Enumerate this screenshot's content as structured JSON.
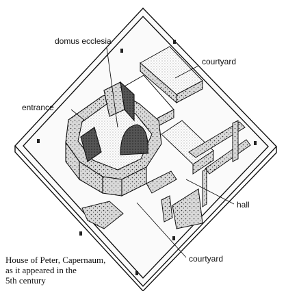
{
  "labels": {
    "domus_ecclesia": "domus ecclesia",
    "courtyard_top": "courtyard",
    "entrance": "entrance",
    "hall": "hall",
    "courtyard_bottom": "courtyard"
  },
  "caption": {
    "line1": "House of Peter, Capernaum,",
    "line2": "as it appeared in the",
    "line3": "5th century"
  },
  "colors": {
    "ink": "#111111",
    "stone_fill": "#d9d9d9",
    "ground": "#f4f4f4"
  }
}
